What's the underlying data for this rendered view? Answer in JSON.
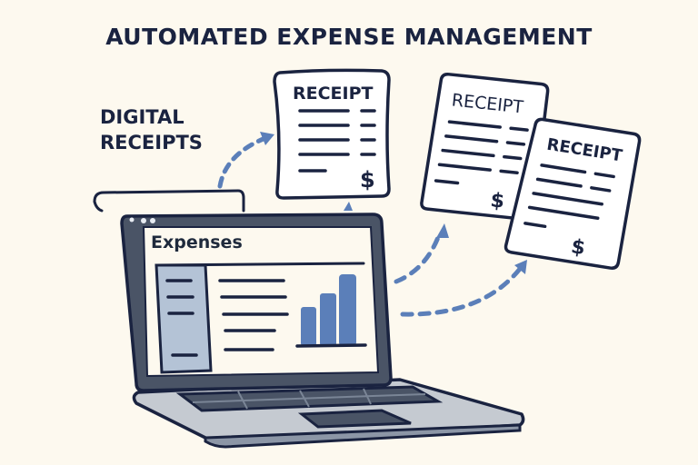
{
  "title": "AUTOMATED EXPENSE MANAGEMENT",
  "side_label": {
    "line1": "DIGITAL",
    "line2": "RECEIPTS"
  },
  "laptop": {
    "screen_title": "Expenses",
    "window_controls": [
      "dot",
      "dot",
      "dot"
    ],
    "chart_bars": [
      3,
      4,
      6
    ]
  },
  "receipts": [
    {
      "label": "RECEIPT",
      "symbol": "$"
    },
    {
      "label": "RECEIPT",
      "symbol": "$"
    },
    {
      "label": "RECEIPT",
      "symbol": "$"
    }
  ],
  "colors": {
    "background": "#fdf9ef",
    "ink": "#1a2340",
    "accent_blue": "#5b7fb9",
    "sidebar_blue": "#b4c3d6",
    "laptop_frame": "#4a5466",
    "laptop_base": "#c5cad1"
  }
}
